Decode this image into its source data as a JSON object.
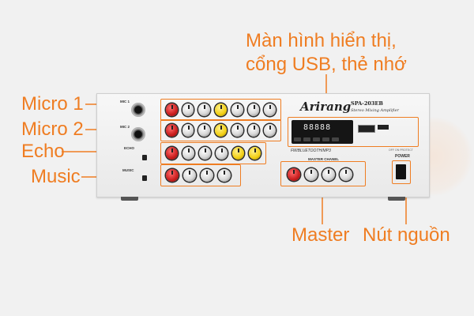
{
  "callouts": {
    "display_line1": "Màn hình hiển thị,",
    "display_line2": "cổng USB, thẻ nhớ",
    "micro1": "Micro 1",
    "micro2": "Micro 2",
    "echo": "Echo",
    "music": "Music",
    "master": "Master",
    "power": "Nút nguồn"
  },
  "amplifier": {
    "brand": "Arirang",
    "model": "SPA-203EB",
    "subtitle": "Stereo Mixing Amplifier",
    "mic1_label": "MIC 1",
    "mic2_label": "MIC 2",
    "echo_label": "ECHO",
    "music_label": "MUSIC",
    "display_value": "88888",
    "display_caption": "FM/BLUETOOTH/MP3",
    "master_label": "MASTER CHANEL",
    "power_label": "POWER",
    "power_small_text": "OFF ON PROTECT"
  },
  "colors": {
    "accent": "#ef7d22",
    "background": "#f1f1f1",
    "knob_red": "#c91d1d",
    "knob_yellow": "#f2cf12"
  },
  "knob_rows": {
    "mic1": [
      "red",
      "white",
      "white",
      "yellow",
      "white",
      "white",
      "white"
    ],
    "mic2": [
      "red",
      "white",
      "white",
      "yellow",
      "white",
      "white",
      "white"
    ],
    "echo": [
      "red",
      "white",
      "white",
      "white",
      "yellow",
      "yellow"
    ],
    "music": [
      "red",
      "white",
      "white",
      "white"
    ],
    "master": [
      "red",
      "white",
      "white",
      "white"
    ]
  }
}
